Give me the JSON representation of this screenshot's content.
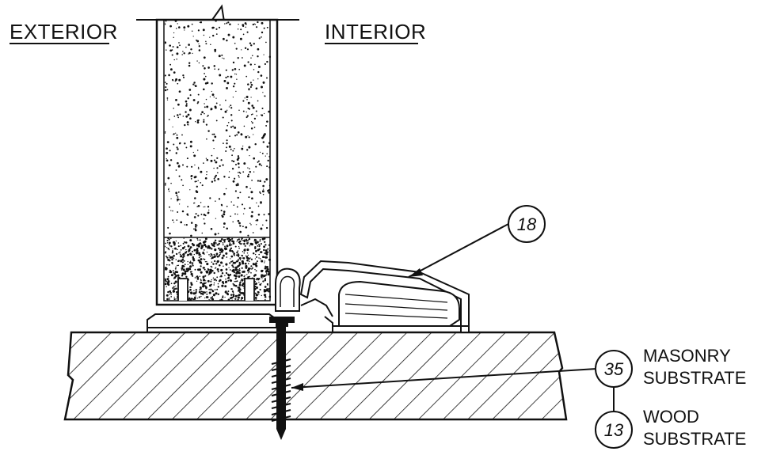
{
  "labels": {
    "exterior": "EXTERIOR",
    "interior": "INTERIOR"
  },
  "callouts": [
    {
      "id": "18"
    },
    {
      "id": "35",
      "line1": "MASONRY",
      "line2": "SUBSTRATE"
    },
    {
      "id": "13",
      "line1": "WOOD",
      "line2": "SUBSTRATE"
    }
  ]
}
